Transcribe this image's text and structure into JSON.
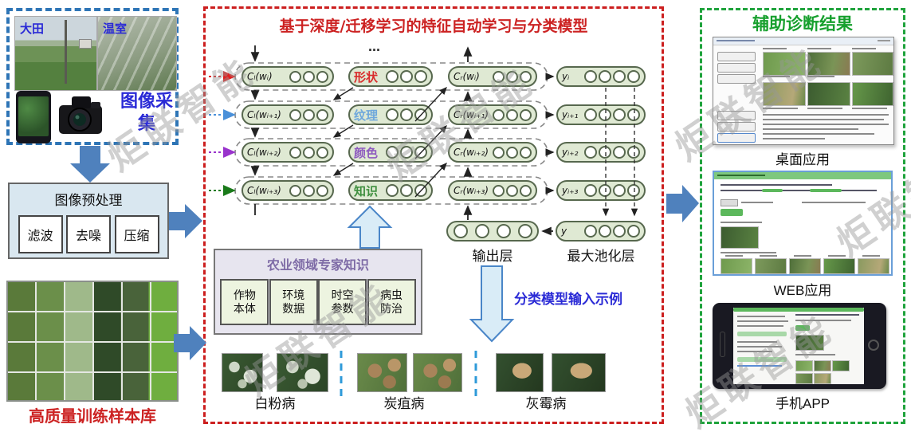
{
  "watermark": {
    "text": "炬联智能"
  },
  "colors": {
    "acquisition_border": "#2e75b6",
    "model_border": "#cc1f1f",
    "results_border": "#1fa33c",
    "big_arrow": "#4f81bd",
    "capsule_fill": "#dfe9d3"
  },
  "left_panel": {
    "acquisition": {
      "field_label": "大田",
      "greenhouse_label": "温室",
      "caption": "图像采集"
    },
    "preprocess": {
      "title": "图像预处理",
      "steps": [
        "滤波",
        "去噪",
        "压缩"
      ]
    },
    "samples_caption": "高质量训练样本库"
  },
  "model_panel": {
    "title": "基于深度/迁移学习的特征自动学习与分类模型",
    "ellipsis": "…",
    "rows": [
      {
        "left": "Cₗ(wᵢ)",
        "feature": "形状",
        "right": "Cᵣ(wᵢ)",
        "output": "yᵢ",
        "feature_color": "#d92b2b",
        "input_arrow_color": "#e02020"
      },
      {
        "left": "Cₗ(wᵢ₊₁)",
        "feature": "纹理",
        "right": "Cᵣ(wᵢ₊₁)",
        "output": "yᵢ₊₁",
        "feature_color": "#6fa8dc",
        "input_arrow_color": "#4a90d9"
      },
      {
        "left": "Cₗ(wᵢ₊₂)",
        "feature": "颜色",
        "right": "Cᵣ(wᵢ₊₂)",
        "output": "yᵢ₊₂",
        "feature_color": "#8e5bbf",
        "input_arrow_color": "#9933cc"
      },
      {
        "left": "Cₗ(wᵢ₊₃)",
        "feature": "知识",
        "right": "Cᵣ(wᵢ₊₃)",
        "output": "yᵢ₊₃",
        "feature_color": "#3f8f3f",
        "input_arrow_color": "#1a7a1a"
      }
    ],
    "output_layer_label": "输出层",
    "max_pool_y": "y",
    "max_pool_label": "最大池化层",
    "expert": {
      "title": "农业领域专家知识",
      "items": [
        "作物本体",
        "环境数据",
        "时空参数",
        "病虫防治"
      ]
    },
    "example_caption": "分类模型输入示例",
    "diseases": [
      "白粉病",
      "炭疽病",
      "灰霉病"
    ]
  },
  "results_panel": {
    "title": "辅助诊断结果",
    "apps": [
      "桌面应用",
      "WEB应用",
      "手机APP"
    ]
  }
}
